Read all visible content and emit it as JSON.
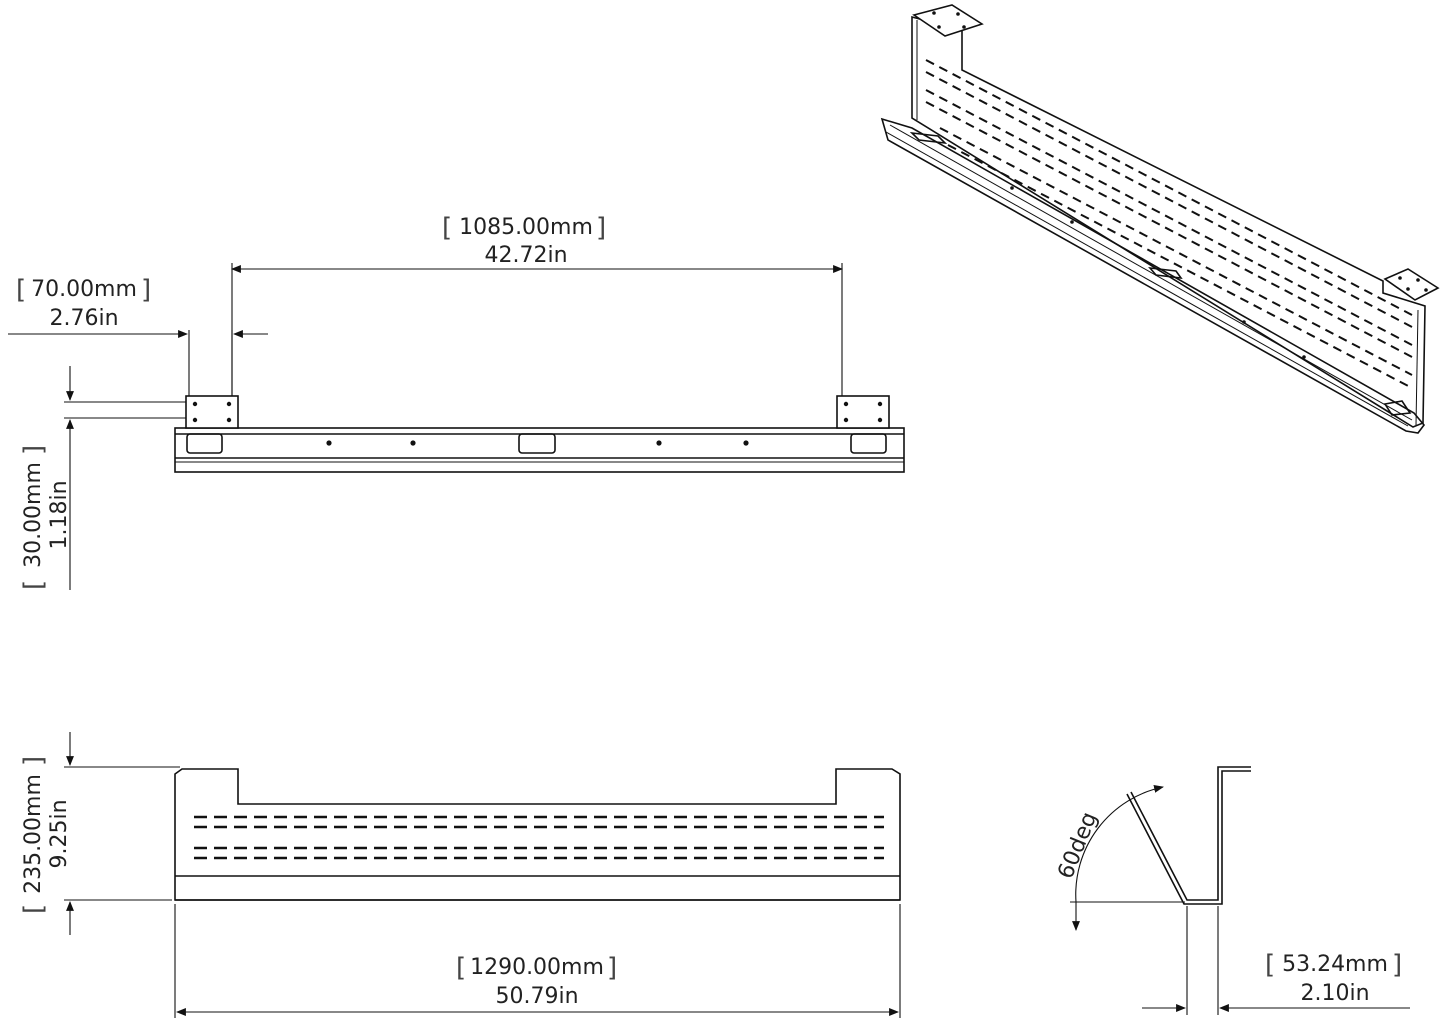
{
  "dimensions": {
    "spacing": {
      "mm": "1085.00mm",
      "in": "42.72in"
    },
    "bracket_width": {
      "mm": "70.00mm",
      "in": "2.76in"
    },
    "bracket_height": {
      "mm": "30.00mm",
      "in": "1.18in"
    },
    "height": {
      "mm": "235.00mm",
      "in": "9.25in"
    },
    "length": {
      "mm": "1290.00mm",
      "in": "50.79in"
    },
    "depth": {
      "mm": "53.24mm",
      "in": "2.10in"
    },
    "angle": "60deg"
  },
  "brackets": {
    "open": "[",
    "close": "]"
  }
}
